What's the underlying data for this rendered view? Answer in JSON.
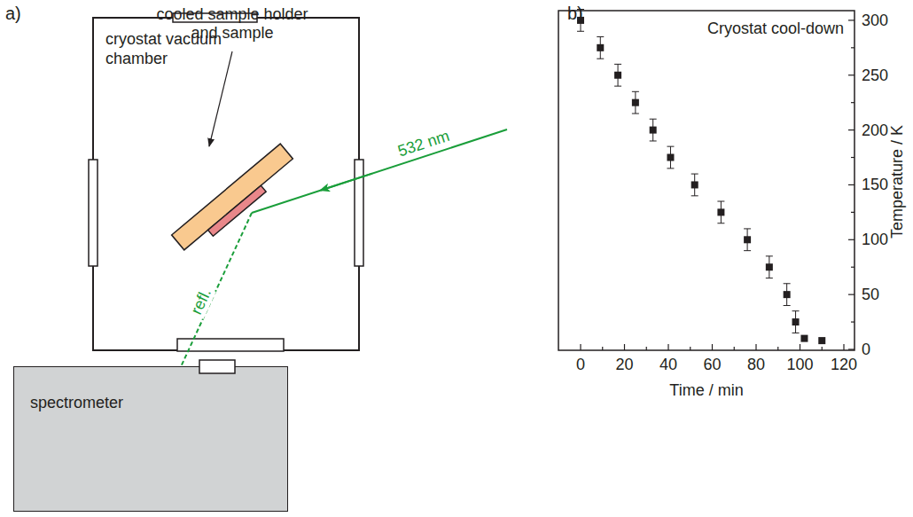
{
  "diagram": {
    "nodes": [
      {
        "text": [
          "cryostat vacuum chamber"
        ]
      },
      {
        "text": [
          "spectrometer"
        ]
      }
    ],
    "labels": [
      "a)",
      "b)",
      "cooled sample holder and sample",
      "532 nm",
      "refl.",
      "Cryostat cool-down",
      "300",
      "250",
      "200",
      "150",
      "100",
      "50",
      "0",
      "0",
      "20",
      "40",
      "60",
      "80",
      "100",
      "120",
      "Time / min",
      "Temperature / K"
    ]
  }
}
